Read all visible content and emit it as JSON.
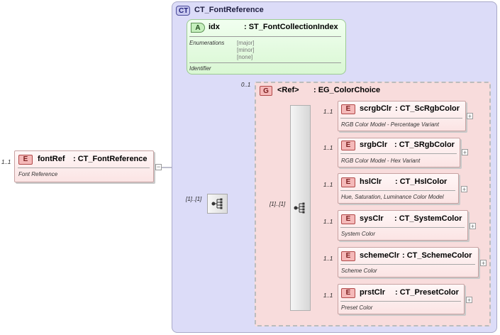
{
  "complex_type": {
    "badge": "CT",
    "name": "CT_FontReference"
  },
  "attribute": {
    "badge": "A",
    "name": "idx",
    "type": ": ST_FontCollectionIndex",
    "enumerations_label": "Enumerations",
    "enumerations": [
      "[major]",
      "[minor]",
      "[none]"
    ],
    "description": "Identifier"
  },
  "root_element": {
    "badge": "E",
    "name": "fontRef",
    "type": ": CT_FontReference",
    "description": "Font Reference",
    "cardinality": "1..1"
  },
  "sequence": {
    "cardinality": "[1]..[1]"
  },
  "group": {
    "badge": "G",
    "name": "<Ref>",
    "type": ": EG_ColorChoice",
    "cardinality": "0..1"
  },
  "choice": {
    "cardinality": "[1]..[1]"
  },
  "elements": [
    {
      "badge": "E",
      "name": "scrgbClr",
      "type": ": CT_ScRgbColor",
      "description": "RGB Color Model - Percentage Variant",
      "cardinality": "1..1"
    },
    {
      "badge": "E",
      "name": "srgbClr",
      "type": ": CT_SRgbColor",
      "description": "RGB Color Model - Hex Variant",
      "cardinality": "1..1"
    },
    {
      "badge": "E",
      "name": "hslClr",
      "type": ": CT_HslColor",
      "description": "Hue, Saturation, Luminance Color Model",
      "cardinality": "1..1"
    },
    {
      "badge": "E",
      "name": "sysClr",
      "type": ": CT_SystemColor",
      "description": "System Color",
      "cardinality": "1..1"
    },
    {
      "badge": "E",
      "name": "schemeClr",
      "type": ": CT_SchemeColor",
      "description": "Scheme Color",
      "cardinality": "1..1"
    },
    {
      "badge": "E",
      "name": "prstClr",
      "type": ": CT_PresetColor",
      "description": "Preset Color",
      "cardinality": "1..1"
    }
  ],
  "icons": {
    "expand": "+",
    "collapse": "−",
    "sequence": "sequence-compositor-icon",
    "choice": "choice-compositor-icon"
  },
  "colors": {
    "complex_type_bg": "#dcdcf8",
    "attribute_bg": "#d9f7d3",
    "group_bg": "#f8dcdc",
    "element_badge": "#f5b9b9"
  }
}
